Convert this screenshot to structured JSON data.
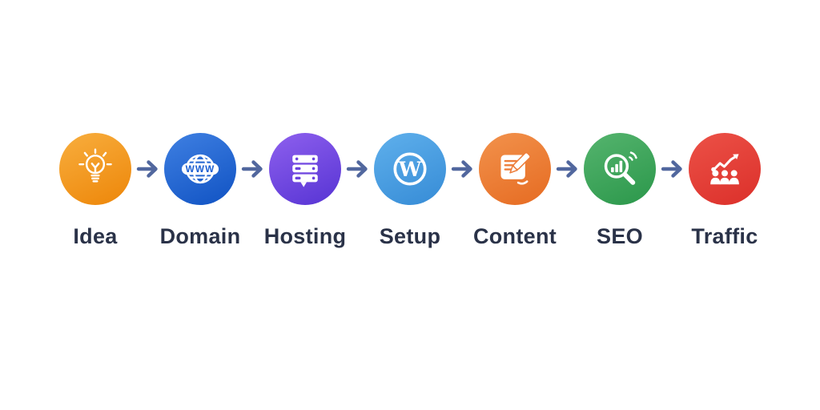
{
  "page": {
    "background_color": "#ffffff",
    "label_color": "#2A3248",
    "arrow_color": "#51679E"
  },
  "flow": {
    "steps": [
      {
        "label": "Idea",
        "icon": "lightbulb-icon",
        "color": "#F0941C"
      },
      {
        "label": "Domain",
        "icon": "globe-www-icon",
        "color": "#2268D0",
        "icon_text": "WWW"
      },
      {
        "label": "Hosting",
        "icon": "server-icon",
        "color": "#7448E2"
      },
      {
        "label": "Setup",
        "icon": "wordpress-icon",
        "color": "#47A0E2",
        "icon_text": "W"
      },
      {
        "label": "Content",
        "icon": "edit-document-icon",
        "color": "#ED7D3A"
      },
      {
        "label": "SEO",
        "icon": "seo-magnifier-icon",
        "color": "#3FA45C"
      },
      {
        "label": "Traffic",
        "icon": "traffic-growth-icon",
        "color": "#E43D36"
      }
    ]
  }
}
